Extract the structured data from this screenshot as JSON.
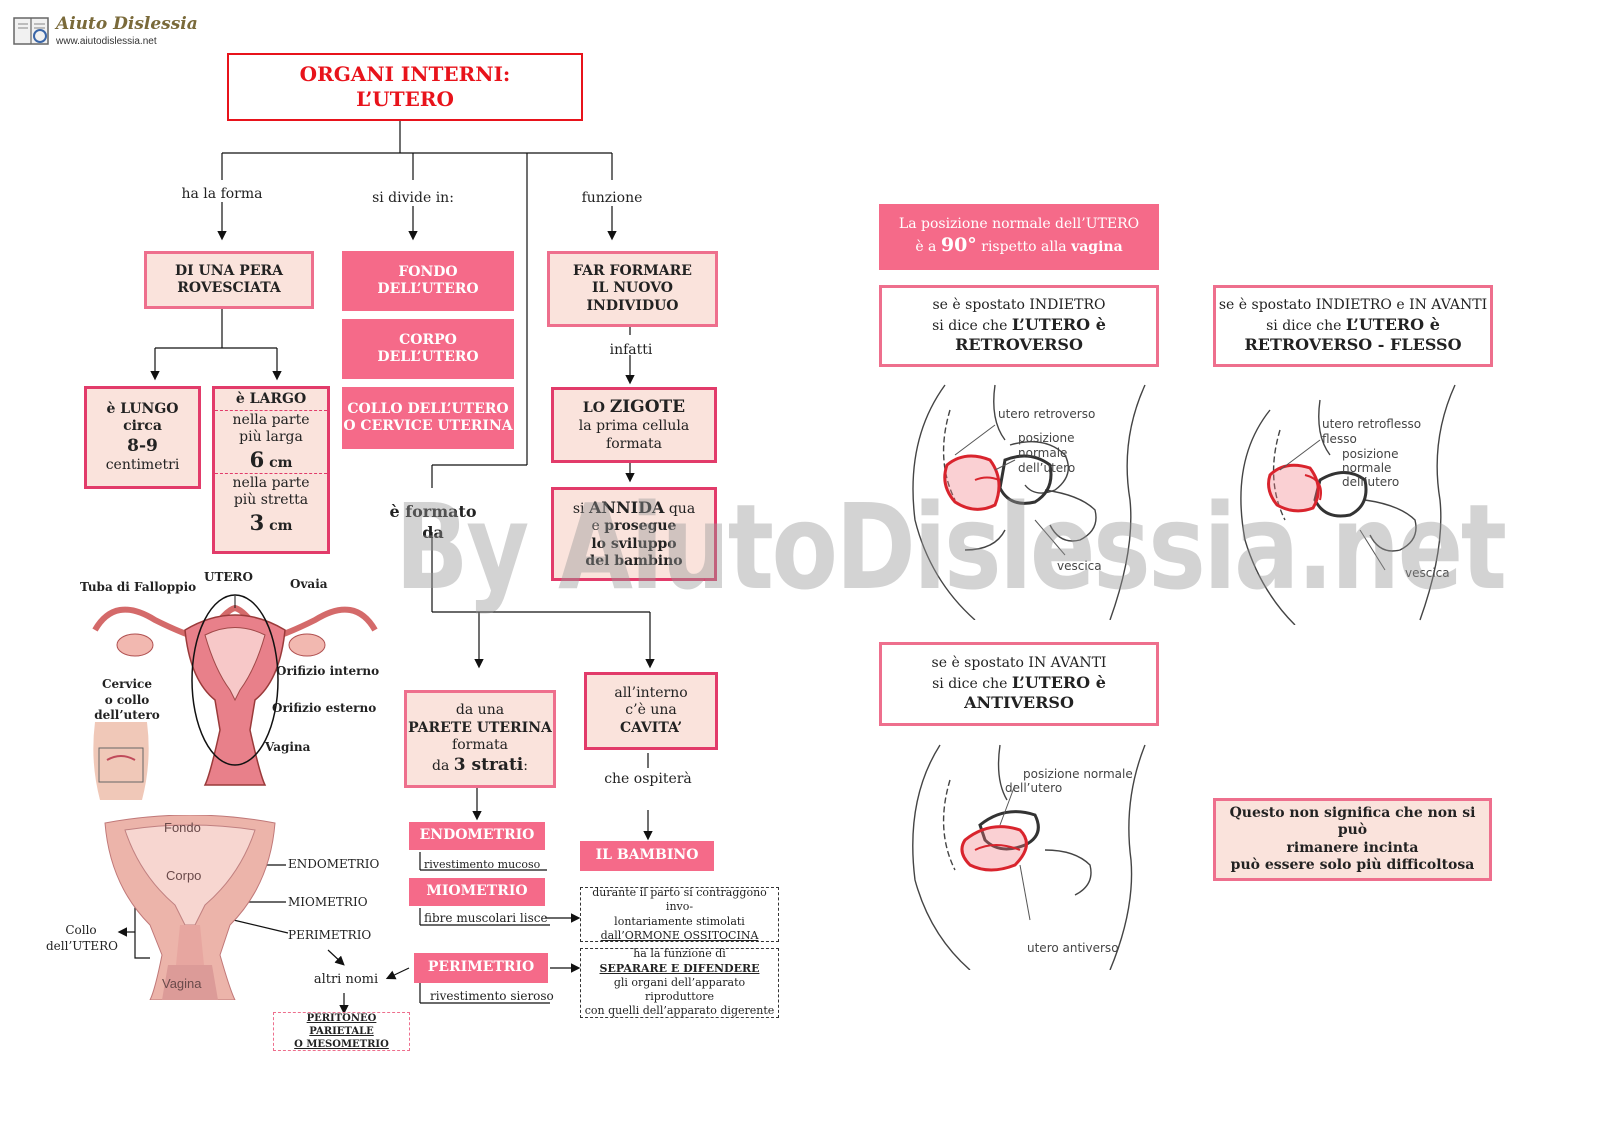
{
  "logo": {
    "name": "Aiuto Dislessia",
    "url": "www.aiutodislessia.net"
  },
  "title": {
    "line1": "ORGANI INTERNI:",
    "line2": "L’UTERO"
  },
  "links": {
    "shape": "ha la forma",
    "divides": "si divide in:",
    "function": "funzione",
    "indeed": "infatti",
    "formed_by_1": "è formato",
    "formed_by_2": "da",
    "will_host": "che ospiterà",
    "other_names": "altri nomi"
  },
  "shape": {
    "l1": "DI UNA PERA",
    "l2": "ROVESCIATA"
  },
  "long": {
    "l1": "è LUNGO",
    "l2": "circa",
    "l3": "8-9",
    "l4": "centimetri"
  },
  "wide": {
    "l1": "è LARGO",
    "w1a": "nella parte",
    "w1b": "più larga",
    "w1v": "6",
    "w1u": "cm",
    "w2a": "nella parte",
    "w2b": "più stretta",
    "w2v": "3",
    "w2u": "cm"
  },
  "parts": {
    "p1a": "FONDO",
    "p1b": "DELL’UTERO",
    "p2a": "CORPO",
    "p2b": "DELL’UTERO",
    "p3a": "COLLO DELL’UTERO",
    "p3b": "O CERVICE UTERINA"
  },
  "function": {
    "l1": "FAR FORMARE",
    "l2": "IL NUOVO",
    "l3": "INDIVIDUO"
  },
  "zygote": {
    "a": "LO ",
    "b": "ZIGOTE",
    "c": "la prima cellula",
    "d": "formata"
  },
  "implant": {
    "a": "si ",
    "b": "ANNIDA",
    "c": " qua",
    "d": "e ",
    "e": "prosegue",
    "f": "lo sviluppo",
    "g": "del bambino"
  },
  "wall": {
    "l1": "da una",
    "l2": "PARETE UTERINA",
    "l3": "formata",
    "l4a": "da ",
    "l4b": "3 strati",
    "l4c": ":"
  },
  "cavity": {
    "l1": "all’interno",
    "l2": "c’è una",
    "l3": "CAVITA’"
  },
  "baby": "IL BAMBINO",
  "layers": [
    {
      "name": "ENDOMETRIO",
      "desc": "rivestimento mucoso"
    },
    {
      "name": "MIOMETRIO",
      "desc": "fibre muscolari lisce"
    },
    {
      "name": "PERIMETRIO",
      "desc": "rivestimento sieroso"
    }
  ],
  "note_oxytocin": {
    "l1": "durante il parto si contraggono invo-",
    "l2": "lontariamente stimolati",
    "l3": "dall’ORMONE OSSITOCINA"
  },
  "note_function": {
    "l1": "ha la funzione di",
    "l2": "SEPARARE E DIFENDERE",
    "l3": "gli organi dell’apparato riproduttore",
    "l4": "con quelli dell’apparato digerente"
  },
  "peritoneum": {
    "l1": "PERITONEO PARIETALE",
    "l2": "O MESOMETRIO"
  },
  "anatomy": {
    "tuba": "Tuba di Falloppio",
    "utero": "UTERO",
    "ovaia": "Ovaia",
    "cervice1": "Cervice",
    "cervice2": "o collo",
    "cervice3": "dell’utero",
    "orif_int": "Orifizio interno",
    "orif_ext": "Orifizio esterno",
    "vagina": "Vagina"
  },
  "section": {
    "fondo": "Fondo",
    "corpo": "Corpo",
    "vagina": "Vagina",
    "endo": "ENDOMETRIO",
    "mio": "MIOMETRIO",
    "peri": "PERIMETRIO",
    "collo1": "Collo",
    "collo2": "dell’UTERO"
  },
  "positions": {
    "normal_a": "La posizione normale dell’UTERO",
    "normal_b1": "è a ",
    "normal_b2": "90°",
    "normal_b3": " rispetto alla ",
    "normal_b4": "vagina",
    "retro_a": "se è spostato INDIETRO",
    "retro_b": "si dice che ",
    "retro_c": "L’UTERO è",
    "retro_d": "RETROVERSO",
    "flex_a": "se è spostato INDIETRO e IN AVANTI",
    "flex_b": "si dice che ",
    "flex_c": "L’UTERO è",
    "flex_d": "RETROVERSO - FLESSO",
    "ante_a": "se è spostato IN AVANTI",
    "ante_b": "si dice che ",
    "ante_c": "L’UTERO è",
    "ante_d": "ANTIVERSO",
    "note1": "Questo non significa che non si può",
    "note2": "rimanere incinta",
    "note3": "può essere solo più difficoltosa"
  },
  "sagittal": {
    "d1_a": "utero retroverso",
    "d1_b": "posizione",
    "d1_c": "normale",
    "d1_d": "dell’utero",
    "d1_e": "vescica",
    "d2_a": "utero retroflesso",
    "d2_b": "flesso",
    "d2_c": "posizione",
    "d2_d": "normale",
    "d2_e": "dell’utero",
    "d2_f": "vescica",
    "d3_a": "posizione normale",
    "d3_b": "dell’utero",
    "d3_c": "utero antiverso"
  },
  "watermark": "By AiutoDislessia.net",
  "colors": {
    "accent": "#e23b6a",
    "pink": "#f56a89",
    "pale": "#fae3dc",
    "title": "#e8131b"
  }
}
